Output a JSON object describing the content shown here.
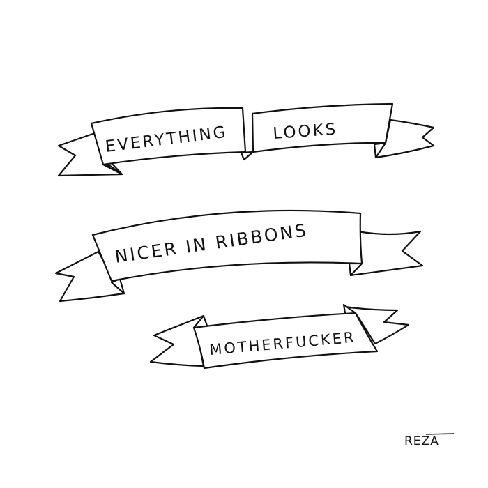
{
  "cartoon": {
    "ribbons": [
      {
        "id": "ribbon-1",
        "segments": [
          "EVERYTHING",
          "LOOKS"
        ]
      },
      {
        "id": "ribbon-2",
        "text": "NICER IN RIBBONS"
      },
      {
        "id": "ribbon-3",
        "text": "MOTHERFUCKER"
      }
    ],
    "signature": "REZA",
    "colors": {
      "ink": "#111111",
      "background": "#ffffff"
    }
  }
}
